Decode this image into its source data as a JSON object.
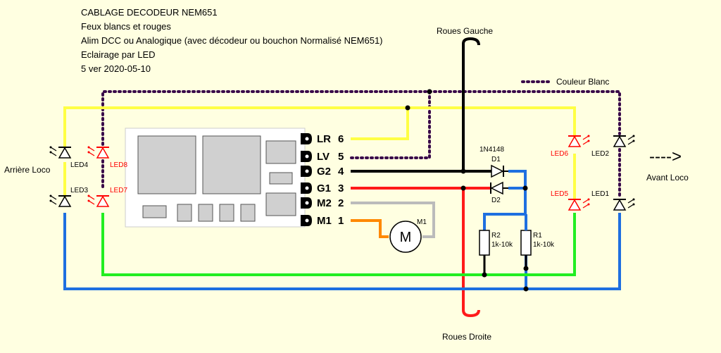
{
  "header": {
    "line1": "CABLAGE DECODEUR NEM651",
    "line2": "Feux blancs et rouges",
    "line3": "Alim DCC ou Analogique (avec décodeur ou bouchon Normalisé NEM651)",
    "line4": "Eclairage par LED",
    "line5": "5 ver 2020-05-10"
  },
  "labels": {
    "roues_gauche": "Roues Gauche",
    "roues_droite": "Roues Droite",
    "couleur_blanc": "Couleur Blanc",
    "arriere": "Arrière Loco",
    "avant": "Avant Loco",
    "avant_arrow": "---->"
  },
  "pins": [
    {
      "name": "LR",
      "num": "6"
    },
    {
      "name": "LV",
      "num": "5"
    },
    {
      "name": "G2",
      "num": "4"
    },
    {
      "name": "G1",
      "num": "3"
    },
    {
      "name": "M2",
      "num": "2"
    },
    {
      "name": "M1",
      "num": "1"
    }
  ],
  "components": {
    "diode_type": "1N4148",
    "d1": "D1",
    "d2": "D2",
    "r1": "R1",
    "r1_val": "1k-10k",
    "r2": "R2",
    "r2_val": "1k-10k",
    "motor": "M1",
    "motor_symbol": "M",
    "led1": "LED1",
    "led2": "LED2",
    "led3": "LED3",
    "led4": "LED4",
    "led5": "LED5",
    "led6": "LED6",
    "led7": "LED7",
    "led8": "LED8"
  },
  "colors": {
    "background": "#ffffe1",
    "white_wire": "#ffff44",
    "blue_wire": "#1e6fe0",
    "green_wire": "#22ee22",
    "red_wire": "#ff1a1a",
    "black_wire": "#000000",
    "gray_wire": "#bbbbbb",
    "orange_wire": "#ff8800",
    "dotted_wire": "#3a0a4a",
    "red_led": "#ff0000"
  }
}
